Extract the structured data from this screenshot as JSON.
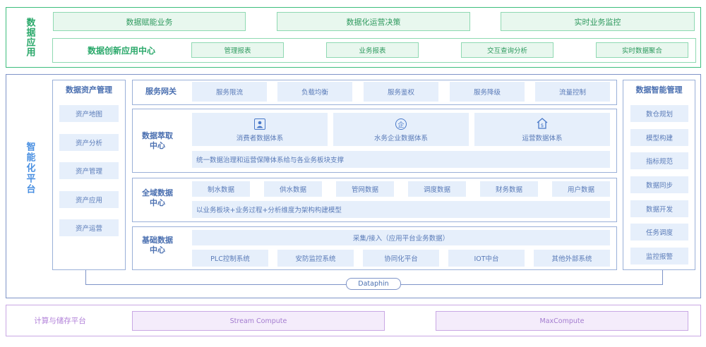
{
  "app": {
    "title": "数据应用",
    "top_items": [
      "数据赋能业务",
      "数据化运营决策",
      "实时业务监控"
    ],
    "center_title": "数据创新应用中心",
    "center_items": [
      "管理报表",
      "业务报表",
      "交互查询分析",
      "实时数据聚合"
    ]
  },
  "platform": {
    "title": "智能化平台",
    "asset_mgmt": {
      "title": "数据资产管理",
      "items": [
        "资产地图",
        "资产分析",
        "资产管理",
        "资产应用",
        "资产运营"
      ]
    },
    "service_gateway": {
      "title": "服务网关",
      "items": [
        "服务限流",
        "负载均衡",
        "服务鉴权",
        "服务降级",
        "流量控制"
      ]
    },
    "extract_center": {
      "title": "数据萃取中心",
      "systems": [
        {
          "label": "消费者数据体系",
          "icon": "person-icon"
        },
        {
          "label": "水务企业数据体系",
          "icon": "enterprise-icon"
        },
        {
          "label": "运营数据体系",
          "icon": "money-house-icon"
        }
      ],
      "note": "统一数据治理和运营保障体系给与各业务板块支撑"
    },
    "global_center": {
      "title": "全域数据中心",
      "items": [
        "制水数据",
        "供水数据",
        "管网数据",
        "调度数据",
        "财务数据",
        "用户数据"
      ],
      "note": "以业务板块+业务过程+分析维度为架构构建模型"
    },
    "base_center": {
      "title": "基础数据中心",
      "collect": "采集/接入（应用平台业务数据）",
      "items": [
        "PLC控制系统",
        "安防监控系统",
        "协同化平台",
        "IOT中台",
        "其他外部系统"
      ]
    },
    "intel_mgmt": {
      "title": "数据智能管理",
      "items": [
        "数仓规划",
        "模型构建",
        "指标规范",
        "数据同步",
        "数据开发",
        "任务调度",
        "监控报警"
      ]
    },
    "dataphin": "Dataphin"
  },
  "compute": {
    "title": "计算与储存平台",
    "items": [
      "Stream Compute",
      "MaxCompute"
    ]
  }
}
